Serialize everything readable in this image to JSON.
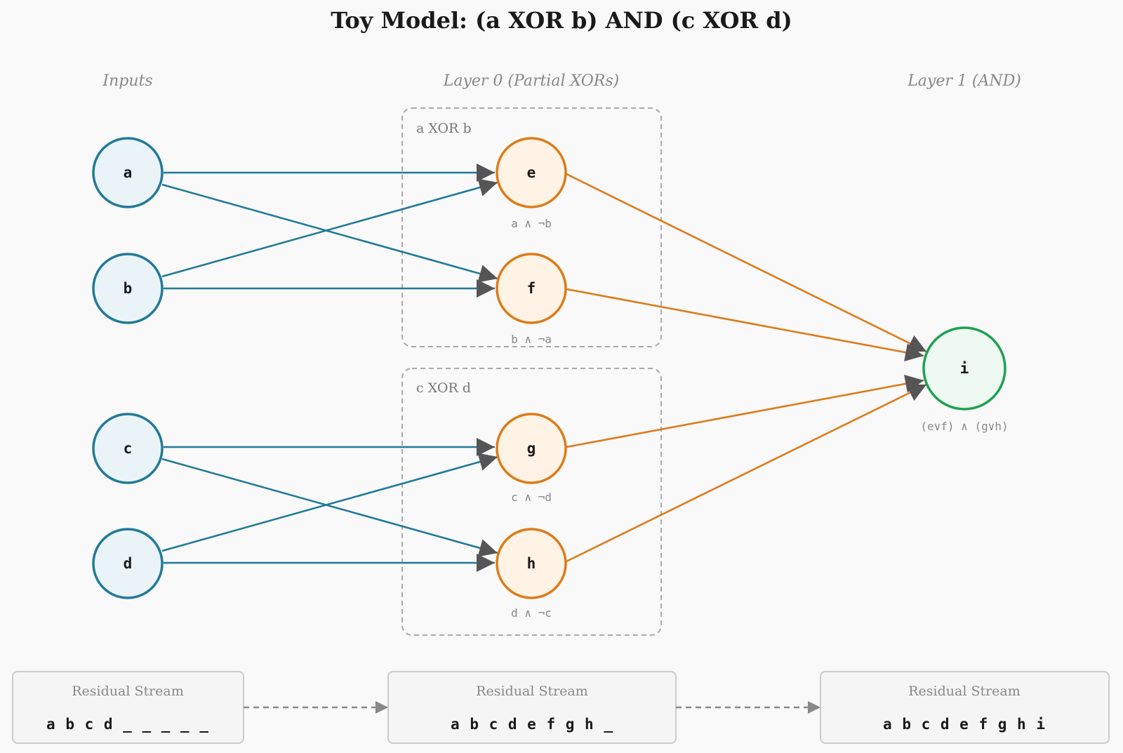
{
  "title": "Toy Model: (a XOR b) AND (c XOR d)",
  "columns": {
    "inputs": "Inputs",
    "layer0": "Layer 0 (Partial XORs)",
    "layer1": "Layer 1 (AND)"
  },
  "groups": {
    "ab": "a XOR b",
    "cd": "c XOR d"
  },
  "nodes": {
    "a": {
      "label": "a"
    },
    "b": {
      "label": "b"
    },
    "c": {
      "label": "c"
    },
    "d": {
      "label": "d"
    },
    "e": {
      "label": "e",
      "sublabel": "a ∧ ¬b"
    },
    "f": {
      "label": "f",
      "sublabel": "b ∧ ¬a"
    },
    "g": {
      "label": "g",
      "sublabel": "c ∧ ¬d"
    },
    "h": {
      "label": "h",
      "sublabel": "d ∧ ¬c"
    },
    "i": {
      "label": "i",
      "sublabel": "(e∨f) ∧ (g∨h)"
    }
  },
  "streams": [
    {
      "title": "Residual Stream",
      "content": "a b c d _ _ _ _ _"
    },
    {
      "title": "Residual Stream",
      "content": "a b c d e f g h _"
    },
    {
      "title": "Residual Stream",
      "content": "a b c d e f g h i"
    }
  ],
  "colors": {
    "input_stroke": "#217a98",
    "input_fill": "#eaf4f8",
    "layer0_stroke": "#dd7b19",
    "layer0_fill": "#fef3e4",
    "output_stroke": "#1ea152",
    "output_fill": "#edf9f1",
    "arrowhead": "#555555"
  }
}
